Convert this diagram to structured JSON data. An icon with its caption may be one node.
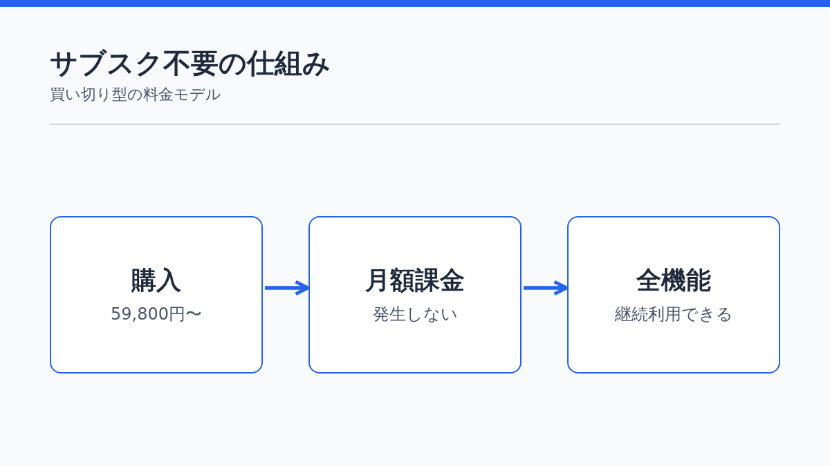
{
  "diagram": {
    "title": "サブスク不要の仕組み",
    "labels": [
      "買い切り型の料金モデル"
    ],
    "nodes": [
      {
        "text": [
          "購入",
          "59,800円〜"
        ]
      },
      {
        "text": [
          "月額課金",
          "発生しない"
        ]
      },
      {
        "text": [
          "全機能",
          "継続利用できる"
        ]
      }
    ],
    "edges": [
      {
        "from": 0,
        "to": 1,
        "arrow": "to"
      },
      {
        "from": 1,
        "to": 2,
        "arrow": "to"
      }
    ]
  }
}
